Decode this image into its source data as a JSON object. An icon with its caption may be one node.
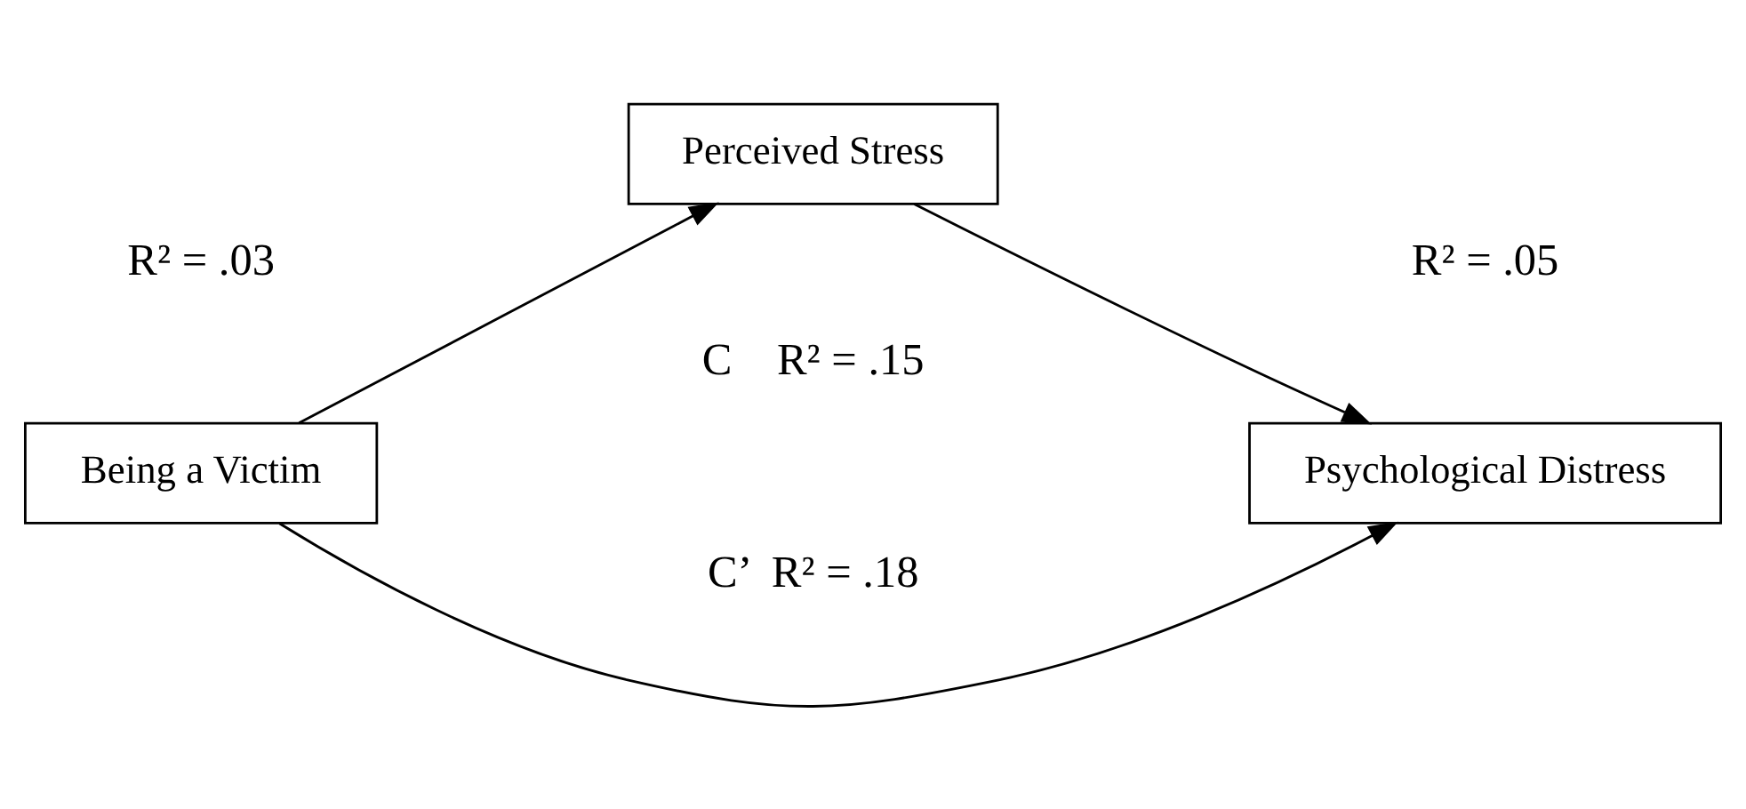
{
  "diagram": {
    "nodes": [
      {
        "text": [
          "Perceived Stress"
        ]
      },
      {
        "text": [
          "Being a Victim"
        ]
      },
      {
        "text": [
          "Psychological Distress"
        ]
      }
    ],
    "edges": [
      {
        "from": 1,
        "to": 0,
        "arrow": "to"
      },
      {
        "from": 0,
        "to": 2,
        "arrow": "to"
      },
      {
        "from": 1,
        "to": 2,
        "arrow": "to"
      }
    ],
    "labels": [
      "R² = .03",
      "R² = .05",
      "C    R² = .15",
      "C’  R² = .18"
    ]
  }
}
